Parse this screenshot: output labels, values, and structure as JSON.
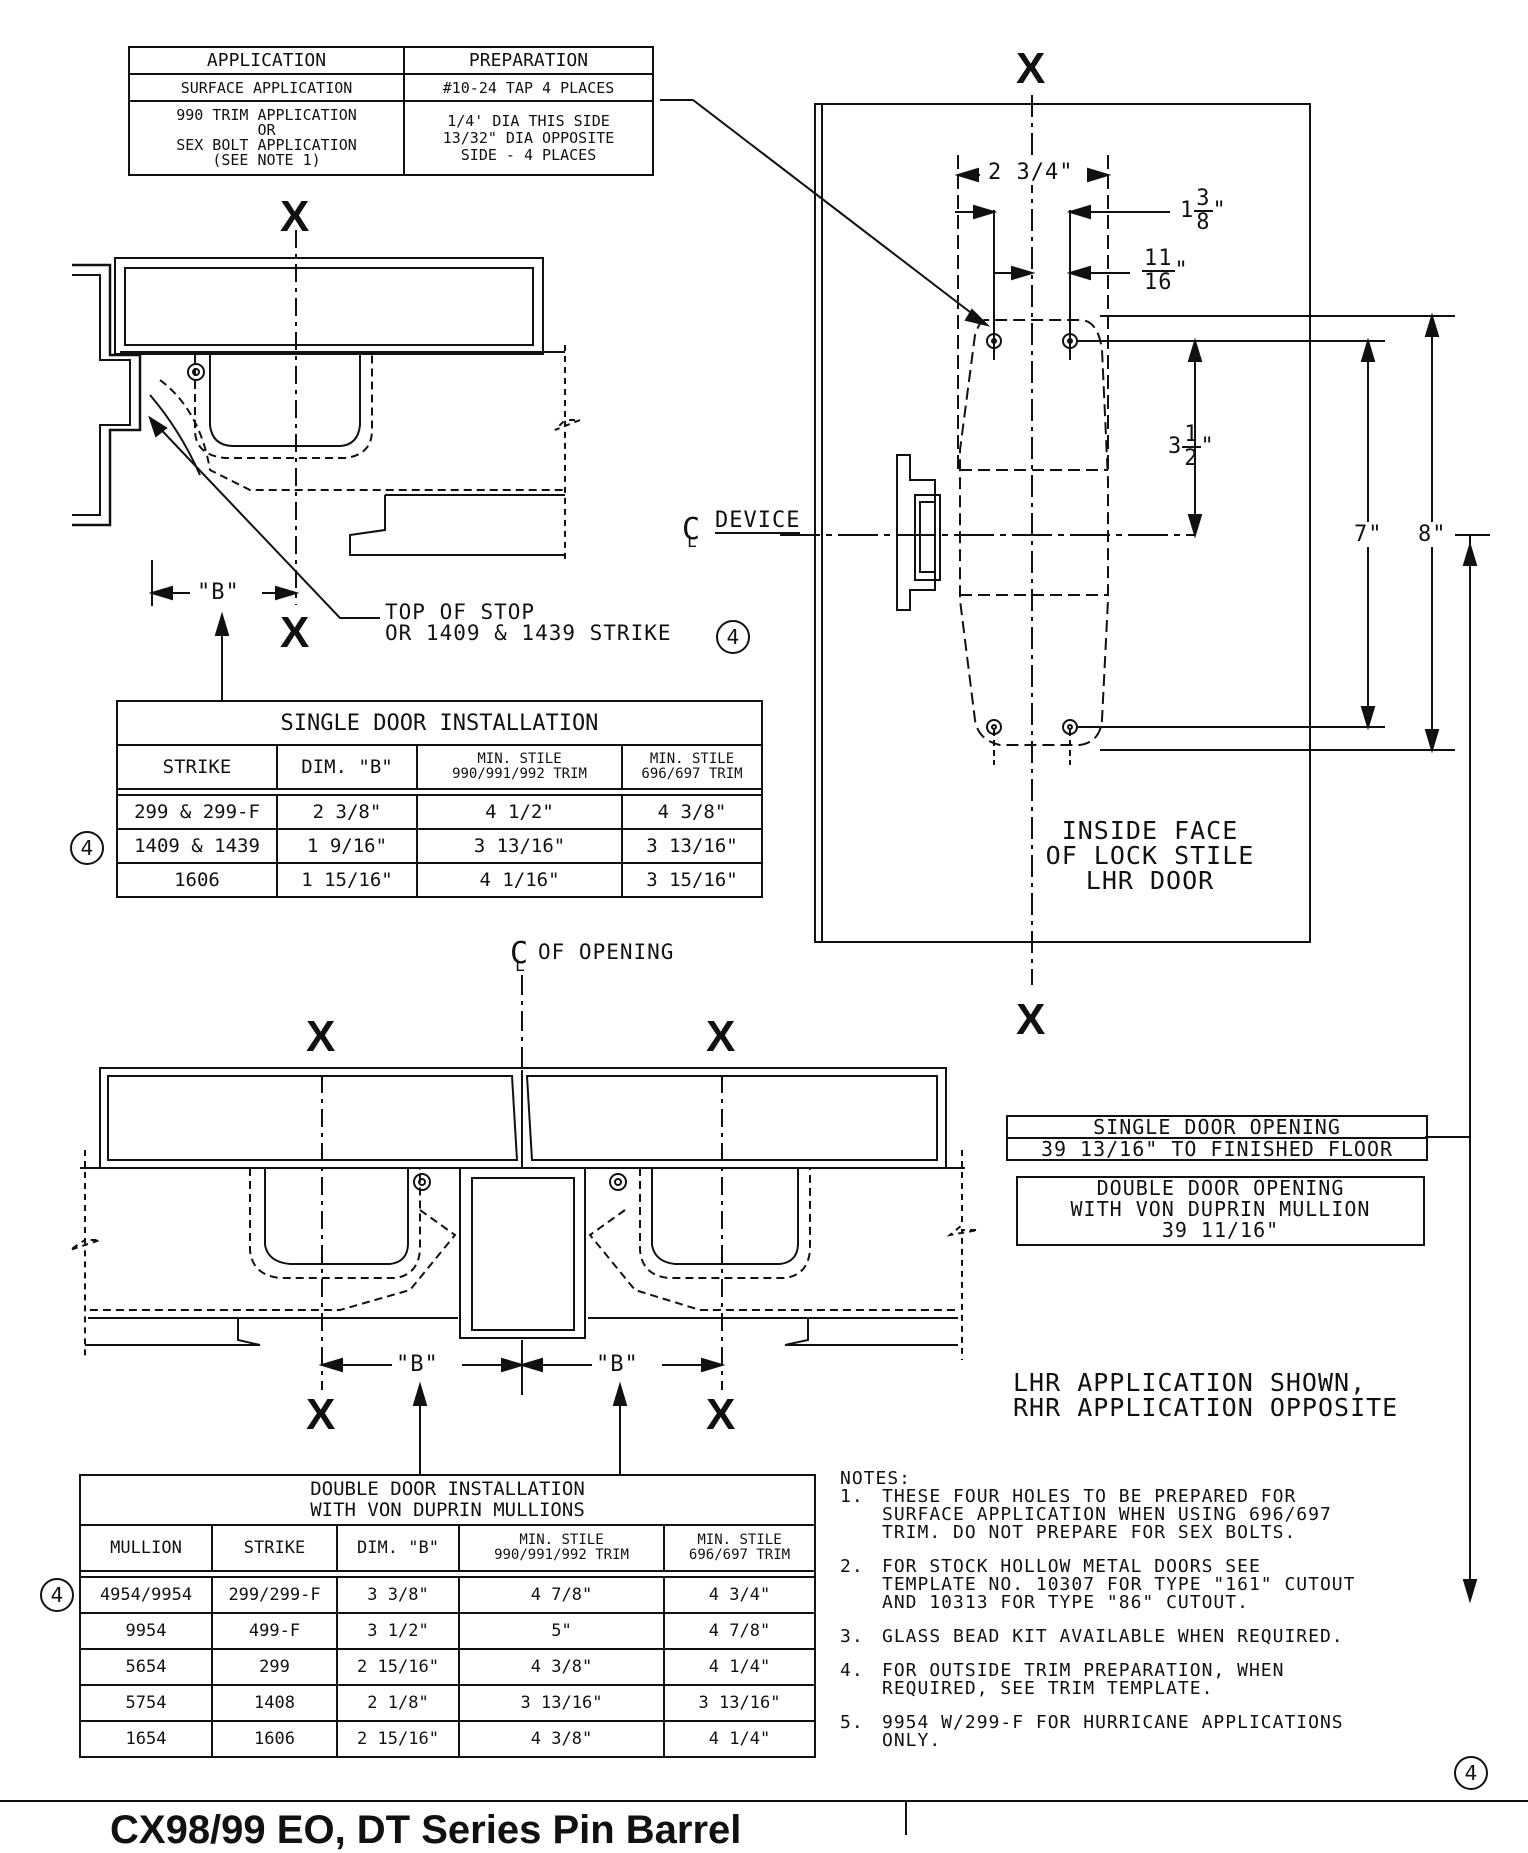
{
  "top_table": {
    "headers": [
      "APPLICATION",
      "PREPARATION"
    ],
    "rows": [
      {
        "application": [
          "SURFACE APPLICATION"
        ],
        "preparation": [
          "#10-24 TAP 4 PLACES"
        ]
      },
      {
        "application": [
          "990 TRIM APPLICATION",
          "OR",
          "SEX BOLT APPLICATION",
          "(SEE NOTE 1)"
        ],
        "preparation": [
          "1/4' DIA THIS SIDE",
          "13/32\" DIA OPPOSITE",
          "SIDE - 4 PLACES"
        ]
      }
    ]
  },
  "x_mark": "X",
  "dims": {
    "d1": "2 3/4\"",
    "d2_whole": "1",
    "d2_num": "3",
    "d2_den": "8",
    "d2_unit": "\"",
    "d3_num": "11",
    "d3_den": "16",
    "d3_unit": "\"",
    "d4_whole": "3",
    "d4_num": "1",
    "d4_den": "2",
    "d4_unit": "\"",
    "d5": "7\"",
    "d6": "8\"",
    "device_cl": "C",
    "device_sub": "L",
    "device_label": "DEVICE",
    "b": "\"B\""
  },
  "inside_face": [
    "INSIDE FACE",
    "OF LOCK STILE",
    "LHR DOOR"
  ],
  "top_of_stop": [
    "TOP OF STOP",
    "OR 1409 & 1439 STRIKE"
  ],
  "circle_4": "4",
  "cl_opening": "OF OPENING",
  "single_table": {
    "title": "SINGLE DOOR INSTALLATION",
    "headers": [
      "STRIKE",
      "DIM. \"B\"",
      [
        "MIN. STILE",
        "990/991/992 TRIM"
      ],
      [
        "MIN. STILE",
        "696/697 TRIM"
      ]
    ],
    "rows": [
      [
        "299 & 299-F",
        "2 3/8\"",
        "4 1/2\"",
        "4 3/8\""
      ],
      [
        "1409 & 1439",
        "1 9/16\"",
        "3 13/16\"",
        "3 13/16\""
      ],
      [
        "1606",
        "1 15/16\"",
        "4 1/16\"",
        "3 15/16\""
      ]
    ]
  },
  "single_opening": [
    "SINGLE DOOR OPENING",
    "39 13/16\" TO FINISHED FLOOR"
  ],
  "double_opening": [
    "DOUBLE DOOR OPENING",
    "WITH VON DUPRIN MULLION",
    "39 11/16\""
  ],
  "application_note": [
    "LHR APPLICATION SHOWN,",
    "RHR APPLICATION OPPOSITE"
  ],
  "double_table": {
    "title": [
      "DOUBLE DOOR INSTALLATION",
      "WITH VON DUPRIN MULLIONS"
    ],
    "headers": [
      "MULLION",
      "STRIKE",
      "DIM. \"B\"",
      [
        "MIN. STILE",
        "990/991/992 TRIM"
      ],
      [
        "MIN. STILE",
        "696/697 TRIM"
      ]
    ],
    "rows": [
      [
        "4954/9954",
        "299/299-F",
        "3 3/8\"",
        "4 7/8\"",
        "4 3/4\""
      ],
      [
        "9954",
        "499-F",
        "3 1/2\"",
        "5\"",
        "4 7/8\""
      ],
      [
        "5654",
        "299",
        "2 15/16\"",
        "4 3/8\"",
        "4 1/4\""
      ],
      [
        "5754",
        "1408",
        "2 1/8\"",
        "3 13/16\"",
        "3 13/16\""
      ],
      [
        "1654",
        "1606",
        "2 15/16\"",
        "4 3/8\"",
        "4 1/4\""
      ]
    ]
  },
  "notes": {
    "header": "NOTES:",
    "items": [
      {
        "num": "1.",
        "lines": [
          "THESE FOUR HOLES TO BE PREPARED FOR",
          "SURFACE APPLICATION WHEN USING 696/697",
          "TRIM. DO NOT PREPARE FOR SEX BOLTS."
        ]
      },
      {
        "num": "2.",
        "lines": [
          "FOR STOCK HOLLOW METAL DOORS SEE",
          "TEMPLATE NO. 10307 FOR TYPE \"161\" CUTOUT",
          "AND 10313 FOR TYPE \"86\" CUTOUT."
        ]
      },
      {
        "num": "3.",
        "lines": [
          "GLASS BEAD KIT AVAILABLE WHEN REQUIRED."
        ]
      },
      {
        "num": "4.",
        "lines": [
          "FOR OUTSIDE TRIM PREPARATION, WHEN",
          "REQUIRED, SEE TRIM TEMPLATE."
        ]
      },
      {
        "num": "5.",
        "lines": [
          "9954 W/299-F FOR HURRICANE APPLICATIONS",
          "ONLY."
        ]
      }
    ]
  },
  "footer_title": "CX98/99 EO, DT Series Pin Barrel"
}
